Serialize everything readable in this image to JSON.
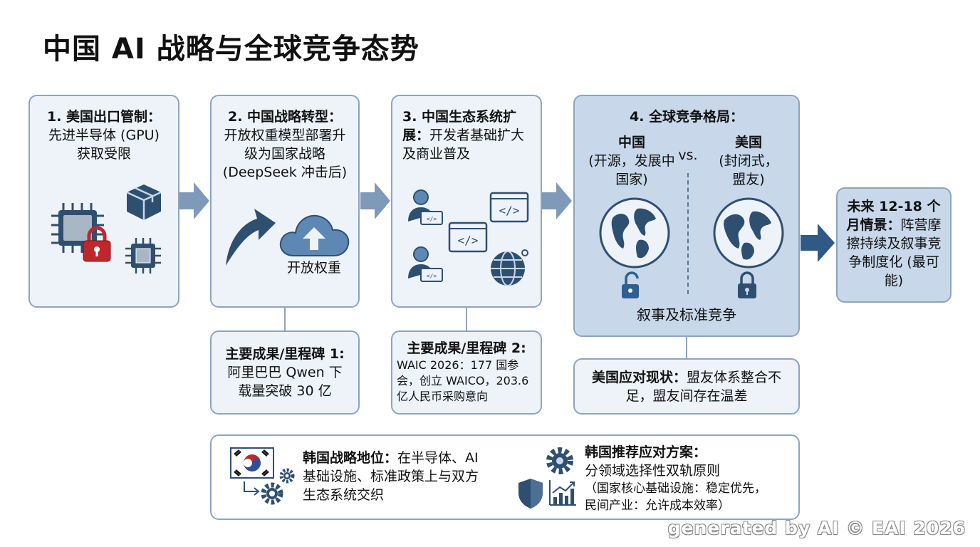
{
  "title": "中国 AI 战略与全球竞争态势",
  "stage1": {
    "heading": "1. 美国出口管制：",
    "body": "先进半导体 (GPU) 获取受限"
  },
  "stage2": {
    "heading": "2. 中国战略转型：",
    "body": "开放权重模型部署升级为国家战略 (DeepSeek 冲击后)",
    "icon_label": "开放权重"
  },
  "stage3": {
    "heading": "3. 中国生态系统扩展：",
    "body": "开发者基础扩大及商业普及"
  },
  "stage4": {
    "heading": "4. 全球竞争格局：",
    "china_label": "中国",
    "china_sub": "(开源，发展中国家)",
    "vs": "vs.",
    "us_label": "美国",
    "us_sub": "(封闭式，盟友)",
    "footer": "叙事及标准竞争"
  },
  "future": {
    "heading": "未来 12-18 个月情景：",
    "body": "阵营摩擦持续及叙事竞争制度化 (最可能)"
  },
  "milestone1": {
    "heading": "主要成果/里程碑 1:",
    "body": "阿里巴巴 Qwen 下载量突破 30 亿"
  },
  "milestone2": {
    "heading": "主要成果/里程碑 2:",
    "body": "WAIC 2026：177 国参会，创立 WAICO，203.6 亿人民币采购意向"
  },
  "us_response": {
    "heading": "美国应对现状：",
    "body": "盟友体系整合不足，盟友间存在温差"
  },
  "korea_position": {
    "heading": "韩国战略地位：",
    "body": "在半导体、AI 基础设施、标准政策上与双方生态系统交织"
  },
  "korea_recommend": {
    "heading": "韩国推荐应对方案：",
    "line1": "分领域选择性双轨原则",
    "line2": "（国家核心基础设施：稳定优先，",
    "line3": "民间产业：允许成本效率）"
  },
  "watermark": "generated by AI © EAI 2026",
  "colors": {
    "border": "#8fa4bd",
    "box_fill": "#eef3f9",
    "box_fill_dark": "#c8d8ea",
    "arrow": "#7f9ab8",
    "icon_dark": "#2f4f70",
    "lock_red": "#c0272d"
  },
  "icons": [
    "chip-icon",
    "lock-icon",
    "package-icon",
    "small-chip-icon",
    "up-arrow-icon",
    "cloud-upload-icon",
    "developer-icon",
    "code-window-icon",
    "globe-network-icon",
    "globe-icon",
    "open-lock-icon",
    "closed-lock-icon",
    "korea-flag-icon",
    "gear-icon",
    "shield-icon",
    "bar-chart-icon"
  ]
}
